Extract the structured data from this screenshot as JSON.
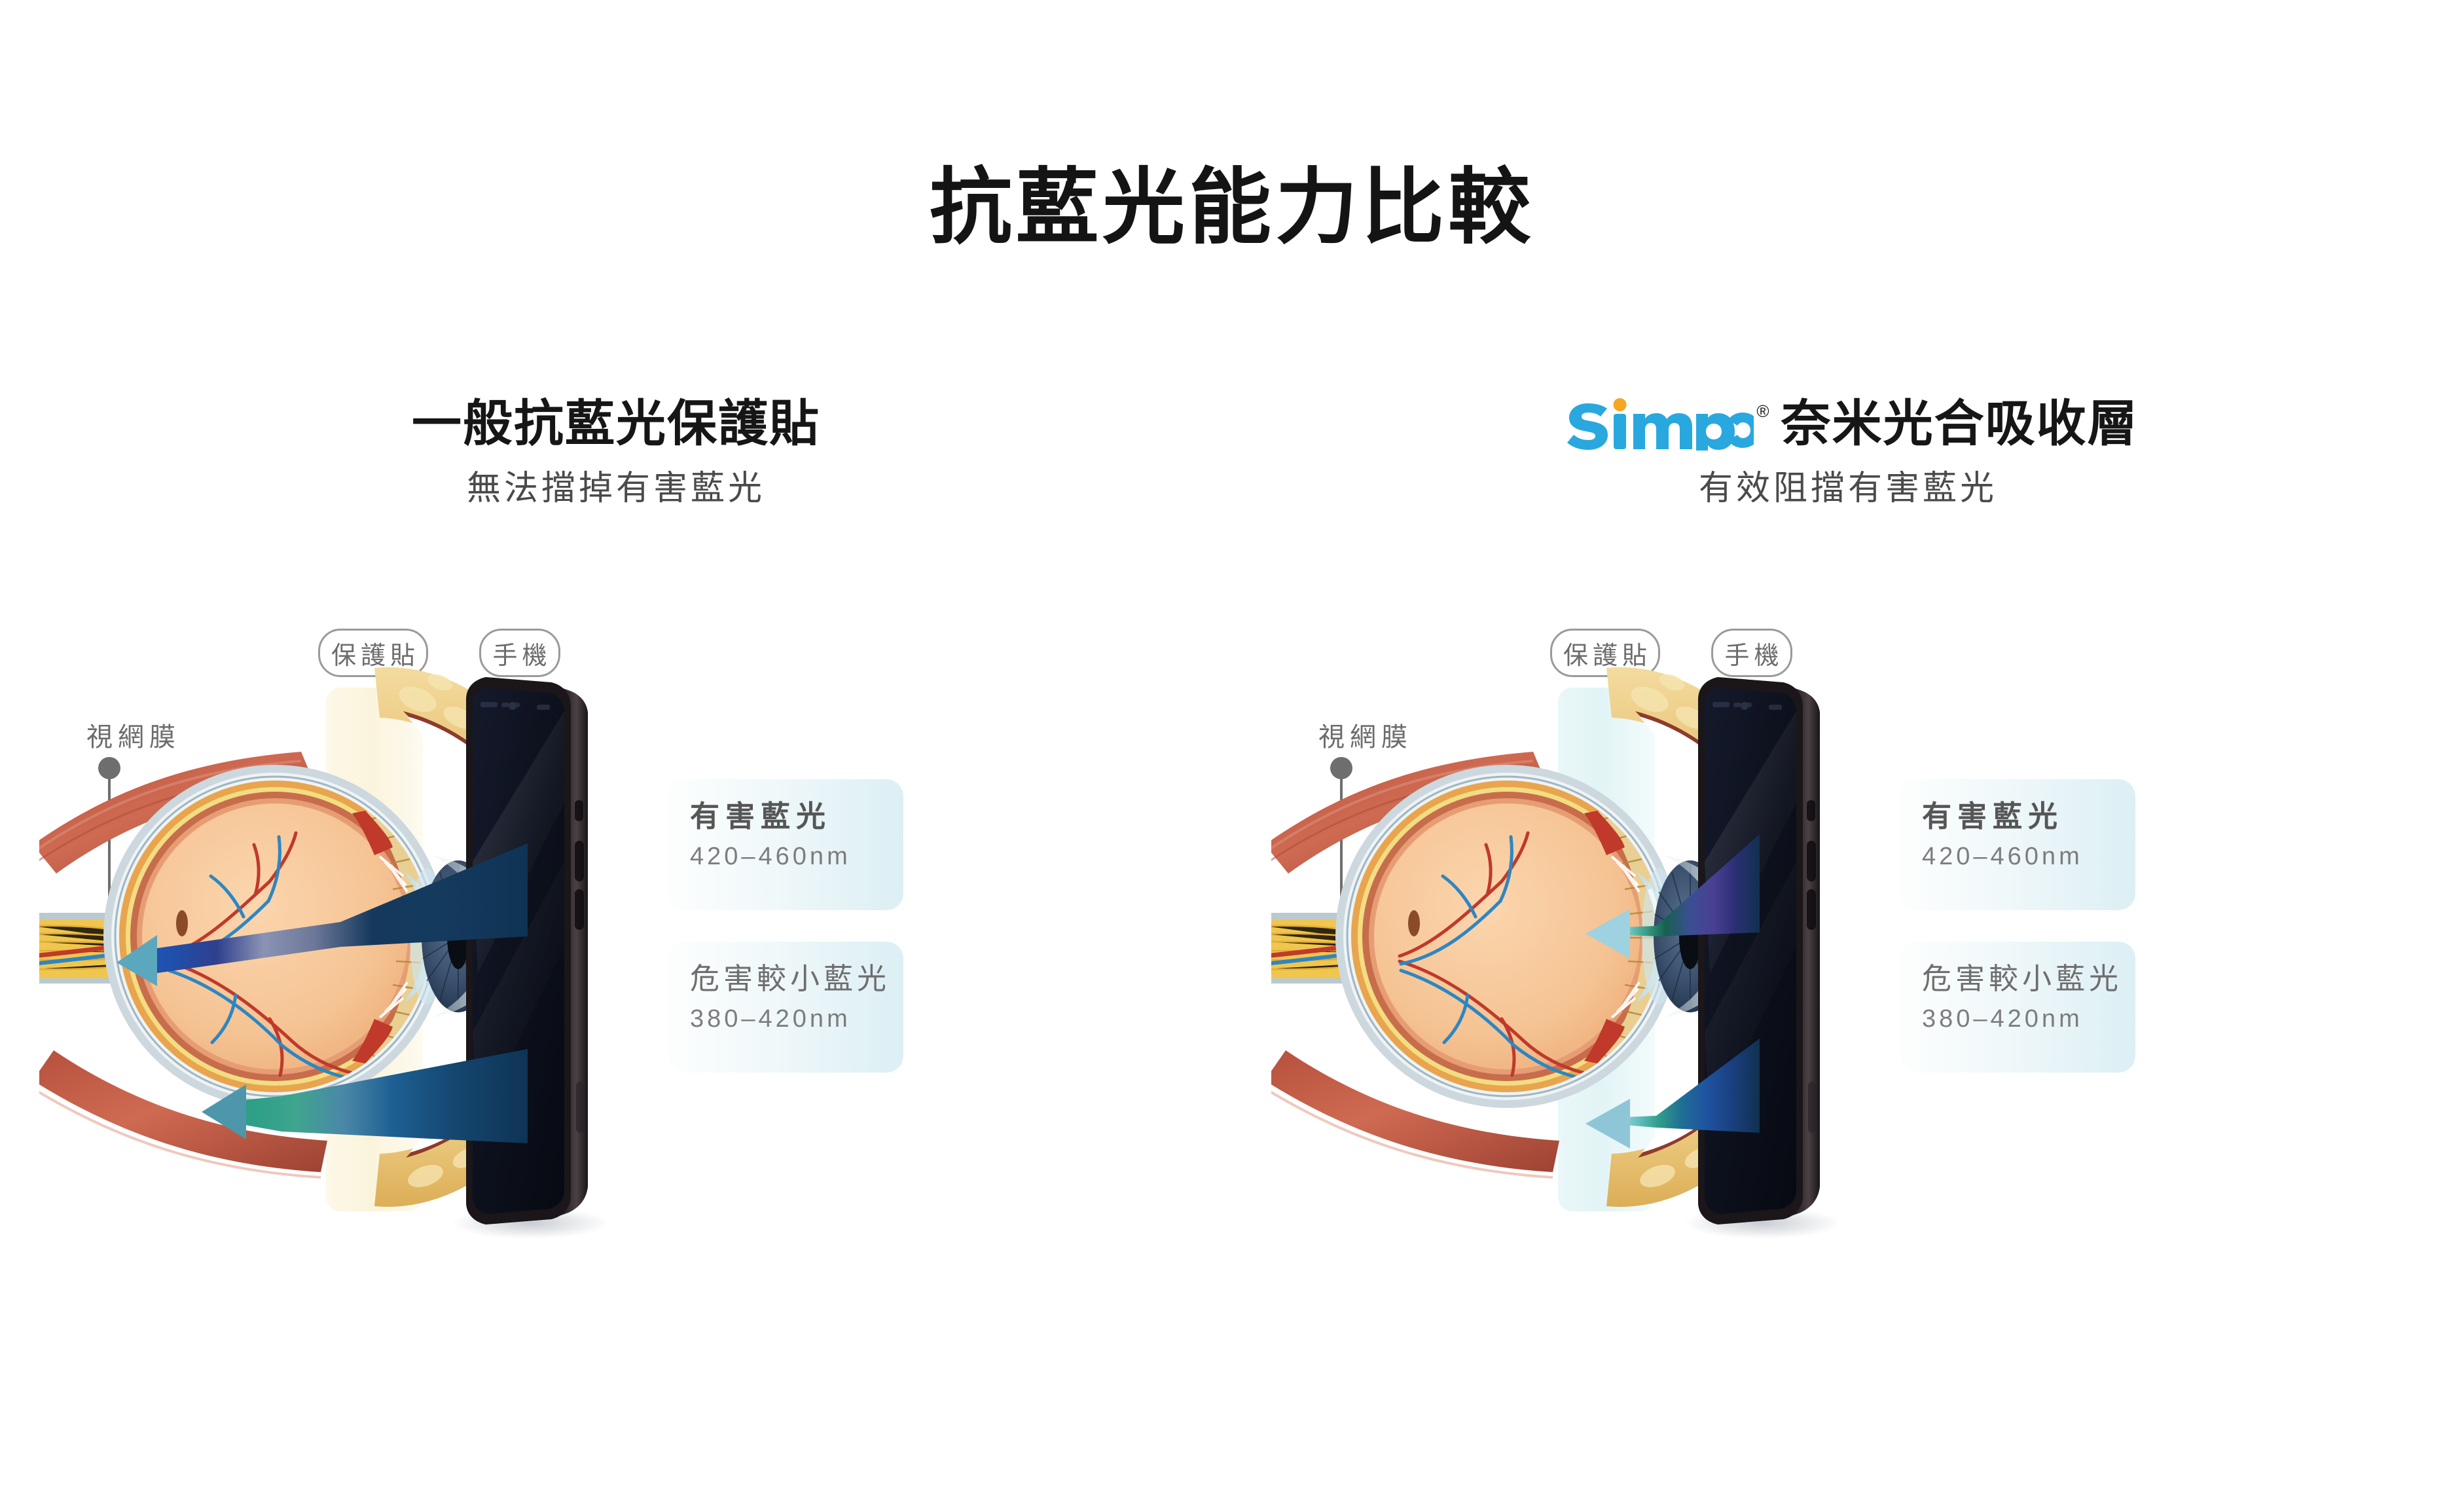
{
  "title": "抗藍光能力比較",
  "panels": [
    {
      "id": "ordinary",
      "heading": "一般抗藍光保護貼",
      "subheading": "無法擋掉有害藍光",
      "has_brand": false,
      "film_tint": "#fbf4dc",
      "film_tint_name": "warm-yellow",
      "chips": {
        "protector": "保護貼",
        "phone": "手機"
      },
      "retina_label": "視網膜",
      "legend": [
        {
          "name": "有害藍光",
          "range": "420–460nm",
          "emphasis": "bold"
        },
        {
          "name": "危害較小藍光",
          "range": "380–420nm",
          "emphasis": "regular"
        }
      ],
      "beams": [
        {
          "type": "harmful",
          "blocked": false,
          "reaches": "retina"
        },
        {
          "type": "less-harmful",
          "blocked": false,
          "reaches": "cornea"
        }
      ]
    },
    {
      "id": "simmpo",
      "heading": "奈米光合吸收層",
      "subheading": "有效阻擋有害藍光",
      "has_brand": true,
      "brand": "Simmpo",
      "brand_registered": "®",
      "brand_color": "#29A8DF",
      "brand_dot_color": "#F5A623",
      "film_tint": "#e2f4f6",
      "film_tint_name": "cool-cyan",
      "chips": {
        "protector": "保護貼",
        "phone": "手機"
      },
      "retina_label": "視網膜",
      "legend": [
        {
          "name": "有害藍光",
          "range": "420–460nm",
          "emphasis": "bold"
        },
        {
          "name": "危害較小藍光",
          "range": "380–420nm",
          "emphasis": "regular"
        }
      ],
      "beams": [
        {
          "type": "harmful",
          "blocked": true,
          "reaches": "protector"
        },
        {
          "type": "less-harmful",
          "blocked": true,
          "reaches": "protector"
        }
      ]
    }
  ],
  "colors": {
    "title_text": "#141414",
    "subheading_text": "#4a4a4a",
    "chip_border": "#9a9a9a",
    "chip_text": "#6c6c6c",
    "legend_title": "#565656",
    "legend_range": "#7d7d7d",
    "beam_deep": "#12365e",
    "beam_blue": "#1f4fa8",
    "beam_teal": "#58a9bb",
    "beam_green": "#2e9d82",
    "phone_body": "#10131f"
  }
}
